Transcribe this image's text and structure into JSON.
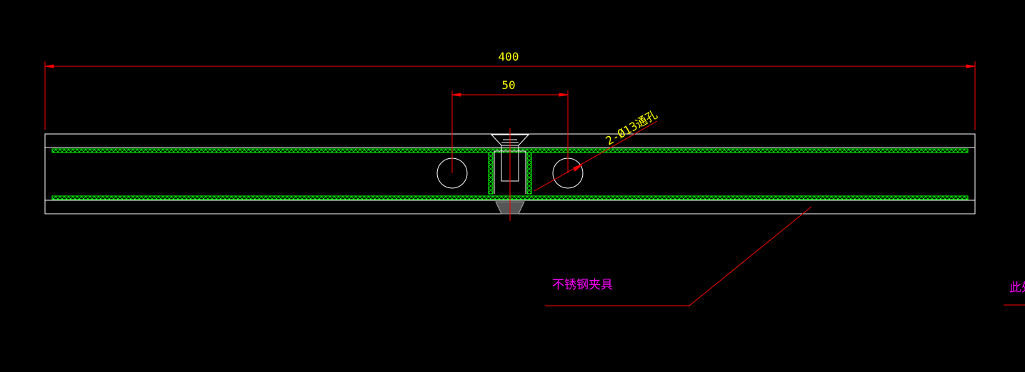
{
  "drawing": {
    "background": "#000000",
    "colors": {
      "outline": "#ffffff",
      "dimension": "#ff0000",
      "dimension_text": "#ffff00",
      "hatch": "#00ff00",
      "annotation": "#ff00ff"
    },
    "dimensions": {
      "overall": "400",
      "hole_spacing": "50",
      "hole_callout": "2-Ø13通孔"
    },
    "labels": {
      "clamp": "不锈钢夹具",
      "clipped": "此处"
    }
  }
}
